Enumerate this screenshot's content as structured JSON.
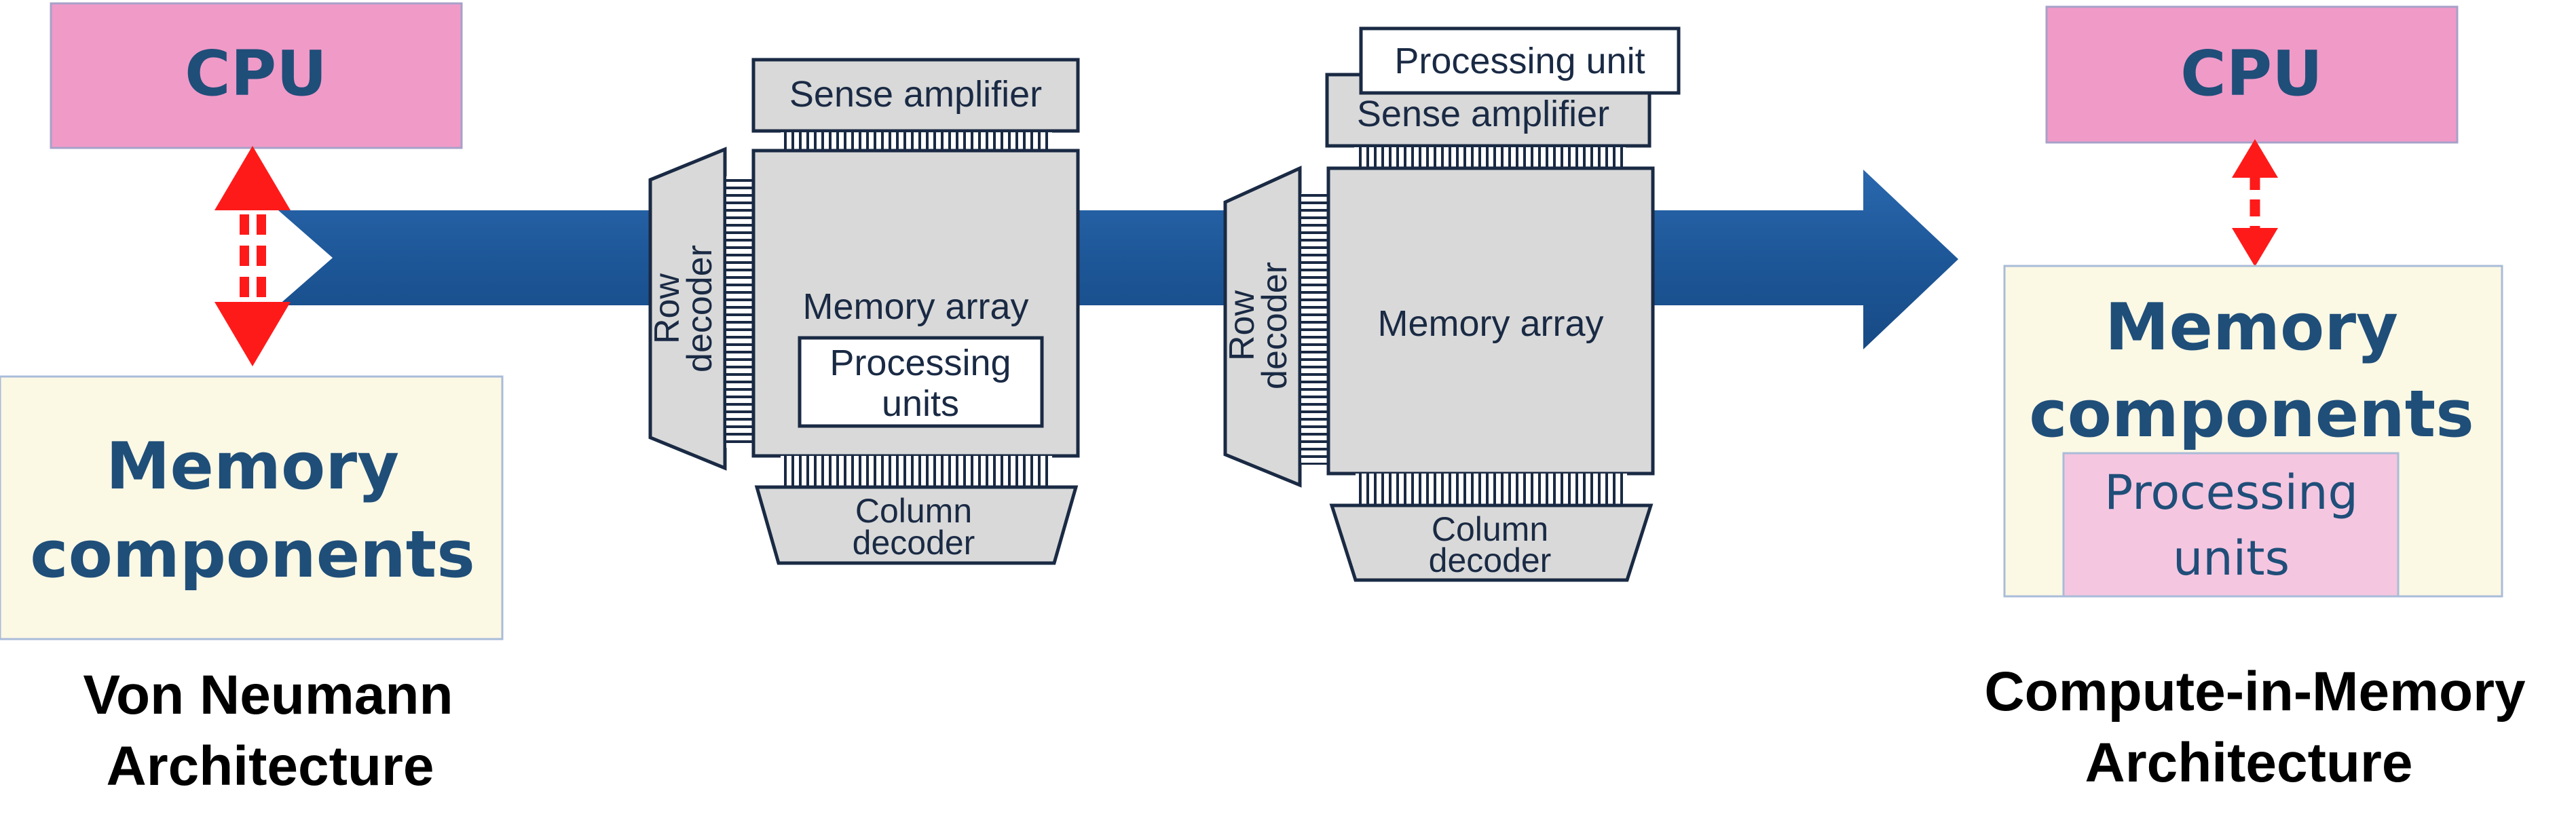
{
  "colors": {
    "cpu_fill": "#f09ac8",
    "memory_fill": "#fbf8e4",
    "processing_fill": "#f5c6e0",
    "chip_fill": "#d9d9d9",
    "arrow": "#1d5798",
    "bus_arrow": "#ff1a1a",
    "label_text": "#1f4e79"
  },
  "von_neumann": {
    "cpu_label": "CPU",
    "memory_label_line1": "Memory",
    "memory_label_line2": "components",
    "caption_line1": "Von Neumann",
    "caption_line2": "Architecture"
  },
  "chip_left": {
    "sense_amplifier": "Sense amplifier",
    "row_decoder_line1": "Row",
    "row_decoder_line2": "decoder",
    "memory_array": "Memory array",
    "processing_line1": "Processing",
    "processing_line2": "units",
    "column_decoder_line1": "Column",
    "column_decoder_line2": "decoder"
  },
  "chip_right": {
    "processing_unit": "Processing unit",
    "sense_amplifier": "Sense amplifier",
    "row_decoder_line1": "Row",
    "row_decoder_line2": "decoder",
    "memory_array": "Memory array",
    "column_decoder_line1": "Column",
    "column_decoder_line2": "decoder"
  },
  "compute_in_memory": {
    "cpu_label": "CPU",
    "memory_label_line1": "Memory",
    "memory_label_line2": "components",
    "processing_line1": "Processing",
    "processing_line2": "units",
    "caption_line1": "Compute-in-Memory",
    "caption_line2": "Architecture"
  }
}
